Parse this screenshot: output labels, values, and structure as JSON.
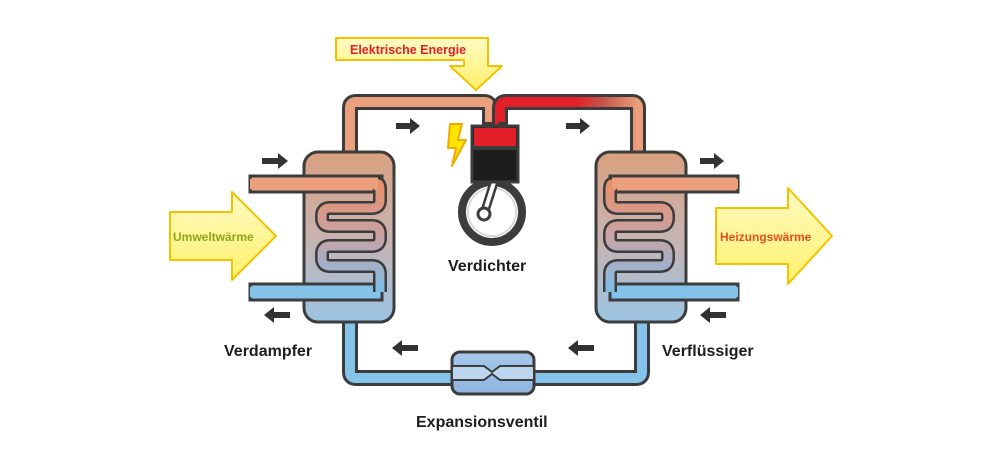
{
  "labels": {
    "electric_energy": "Elektrische Energie",
    "ambient_heat": "Umweltwärme",
    "heating_heat": "Heizungswärme",
    "compressor": "Verdichter",
    "evaporator": "Verdampfer",
    "condenser": "Verflüssiger",
    "expansion_valve": "Expansionsventil"
  },
  "colors": {
    "hot": "#e3202a",
    "warm": "#eaa07c",
    "cold": "#84c3ea",
    "outline": "#3c3c3c",
    "arrow_fill": "#fff68f",
    "arrow_stroke": "#f2c200",
    "ambient_text": "#8aa81a",
    "heating_text": "#e84e1b",
    "electric_text": "#e3202a",
    "flow_arrow": "#333333"
  }
}
